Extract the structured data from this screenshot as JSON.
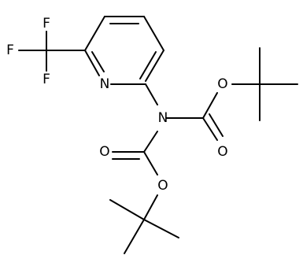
{
  "molecule": {
    "atoms": {
      "f1": "F",
      "f2": "F",
      "f3": "F",
      "n_pyridine": "N",
      "n_amine": "N",
      "o_carbonyl_upper": "O",
      "o_ester_upper": "O",
      "o_carbonyl_lower": "O",
      "o_ester_lower": "O"
    }
  }
}
